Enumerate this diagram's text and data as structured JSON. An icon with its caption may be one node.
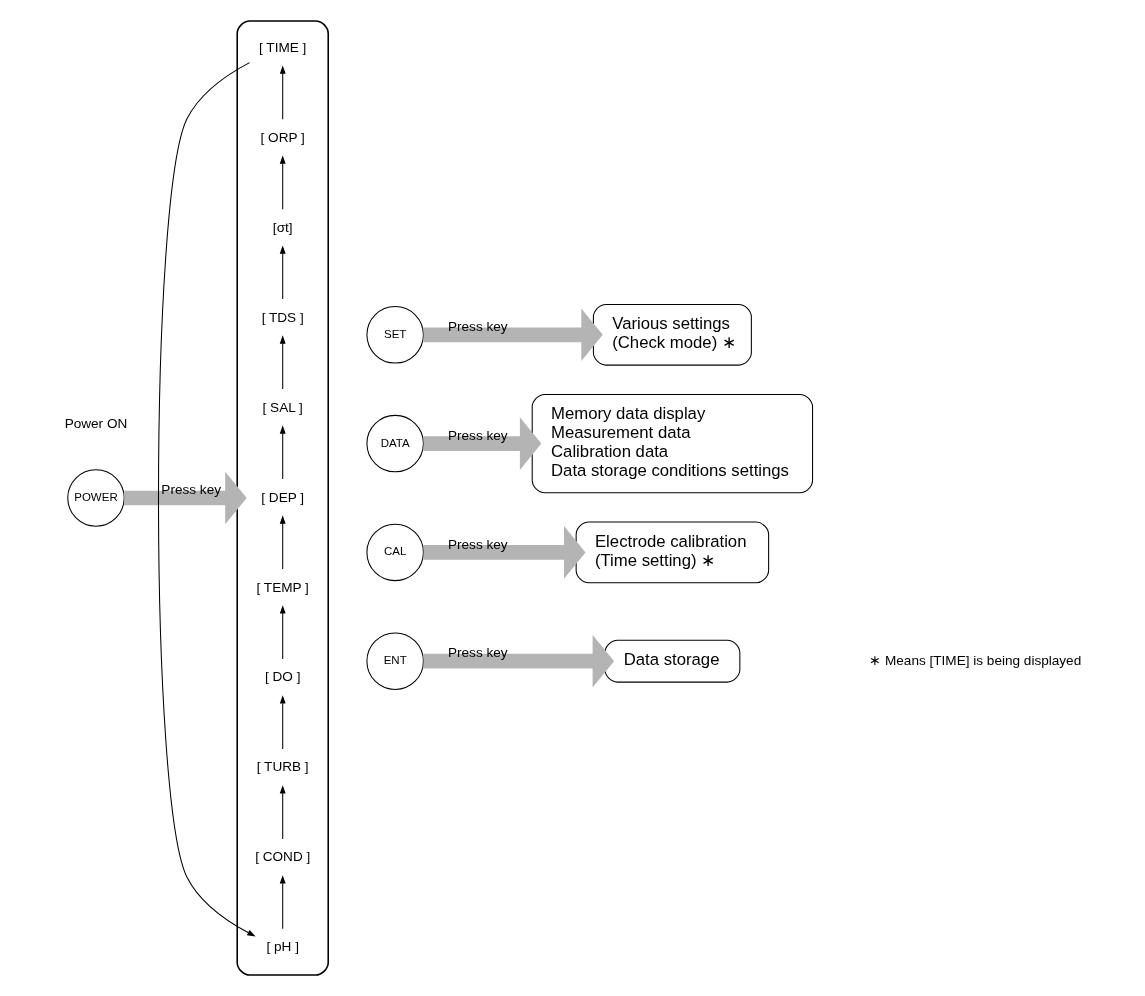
{
  "diagram": {
    "nodes": [
      {
        "text": [
          "POWER"
        ]
      },
      {
        "text": [],
        "shape": "box"
      },
      {
        "text": [
          "[ pH ]"
        ],
        "in": 1
      },
      {
        "text": [
          "[ COND ]"
        ],
        "in": 1
      },
      {
        "text": [
          "[ TURB ]"
        ],
        "in": 1
      },
      {
        "text": [
          "[ DO ]"
        ],
        "in": 1
      },
      {
        "text": [
          "[ TEMP ]"
        ],
        "in": 1
      },
      {
        "text": [
          "[ DEP ]"
        ],
        "in": 1
      },
      {
        "text": [
          "[ SAL ]"
        ],
        "in": 1
      },
      {
        "text": [
          "[ TDS ]"
        ],
        "in": 1
      },
      {
        "text": [
          "[σt]"
        ],
        "in": 1
      },
      {
        "text": [
          "[ ORP ]"
        ],
        "in": 1
      },
      {
        "text": [
          "[ TIME ]"
        ],
        "in": 1
      },
      {
        "text": [
          "SET"
        ]
      },
      {
        "text": [
          "Various settings",
          "(Check mode) ∗"
        ]
      },
      {
        "text": [
          "DATA"
        ]
      },
      {
        "text": [
          "Memory data display",
          "Measurement data",
          "Calibration data",
          "Data storage conditions settings"
        ]
      },
      {
        "text": [
          "CAL"
        ]
      },
      {
        "text": [
          "Electrode calibration",
          "(Time setting) ∗"
        ]
      },
      {
        "text": [
          "ENT"
        ]
      },
      {
        "text": [
          "Data storage"
        ]
      }
    ],
    "edges": [
      {
        "from": 0,
        "to": 1,
        "arrow": "to",
        "label": "Press key",
        "style": "thick",
        "color": "#b4b4b4"
      },
      {
        "from": 2,
        "to": 3,
        "arrow": "to"
      },
      {
        "from": 3,
        "to": 4,
        "arrow": "to"
      },
      {
        "from": 4,
        "to": 5,
        "arrow": "to"
      },
      {
        "from": 5,
        "to": 6,
        "arrow": "to"
      },
      {
        "from": 6,
        "to": 7,
        "arrow": "to"
      },
      {
        "from": 7,
        "to": 8,
        "arrow": "to"
      },
      {
        "from": 8,
        "to": 9,
        "arrow": "to"
      },
      {
        "from": 9,
        "to": 10,
        "arrow": "to"
      },
      {
        "from": 10,
        "to": 11,
        "arrow": "to"
      },
      {
        "from": 11,
        "to": 12,
        "arrow": "to"
      },
      {
        "from": 12,
        "to": 2,
        "arrow": "to"
      },
      {
        "from": 13,
        "to": 14,
        "arrow": "to",
        "label": "Press key",
        "style": "thick",
        "color": "#b4b4b4"
      },
      {
        "from": 15,
        "to": 16,
        "arrow": "to",
        "label": "Press key",
        "style": "thick",
        "color": "#b4b4b4"
      },
      {
        "from": 17,
        "to": 18,
        "arrow": "to",
        "label": "Press key",
        "style": "thick",
        "color": "#b4b4b4"
      },
      {
        "from": 19,
        "to": 20,
        "arrow": "to",
        "label": "Press key",
        "style": "thick",
        "color": "#b4b4b4"
      }
    ],
    "labels": [
      "Power ON",
      "∗ Means [TIME] is being displayed"
    ]
  }
}
